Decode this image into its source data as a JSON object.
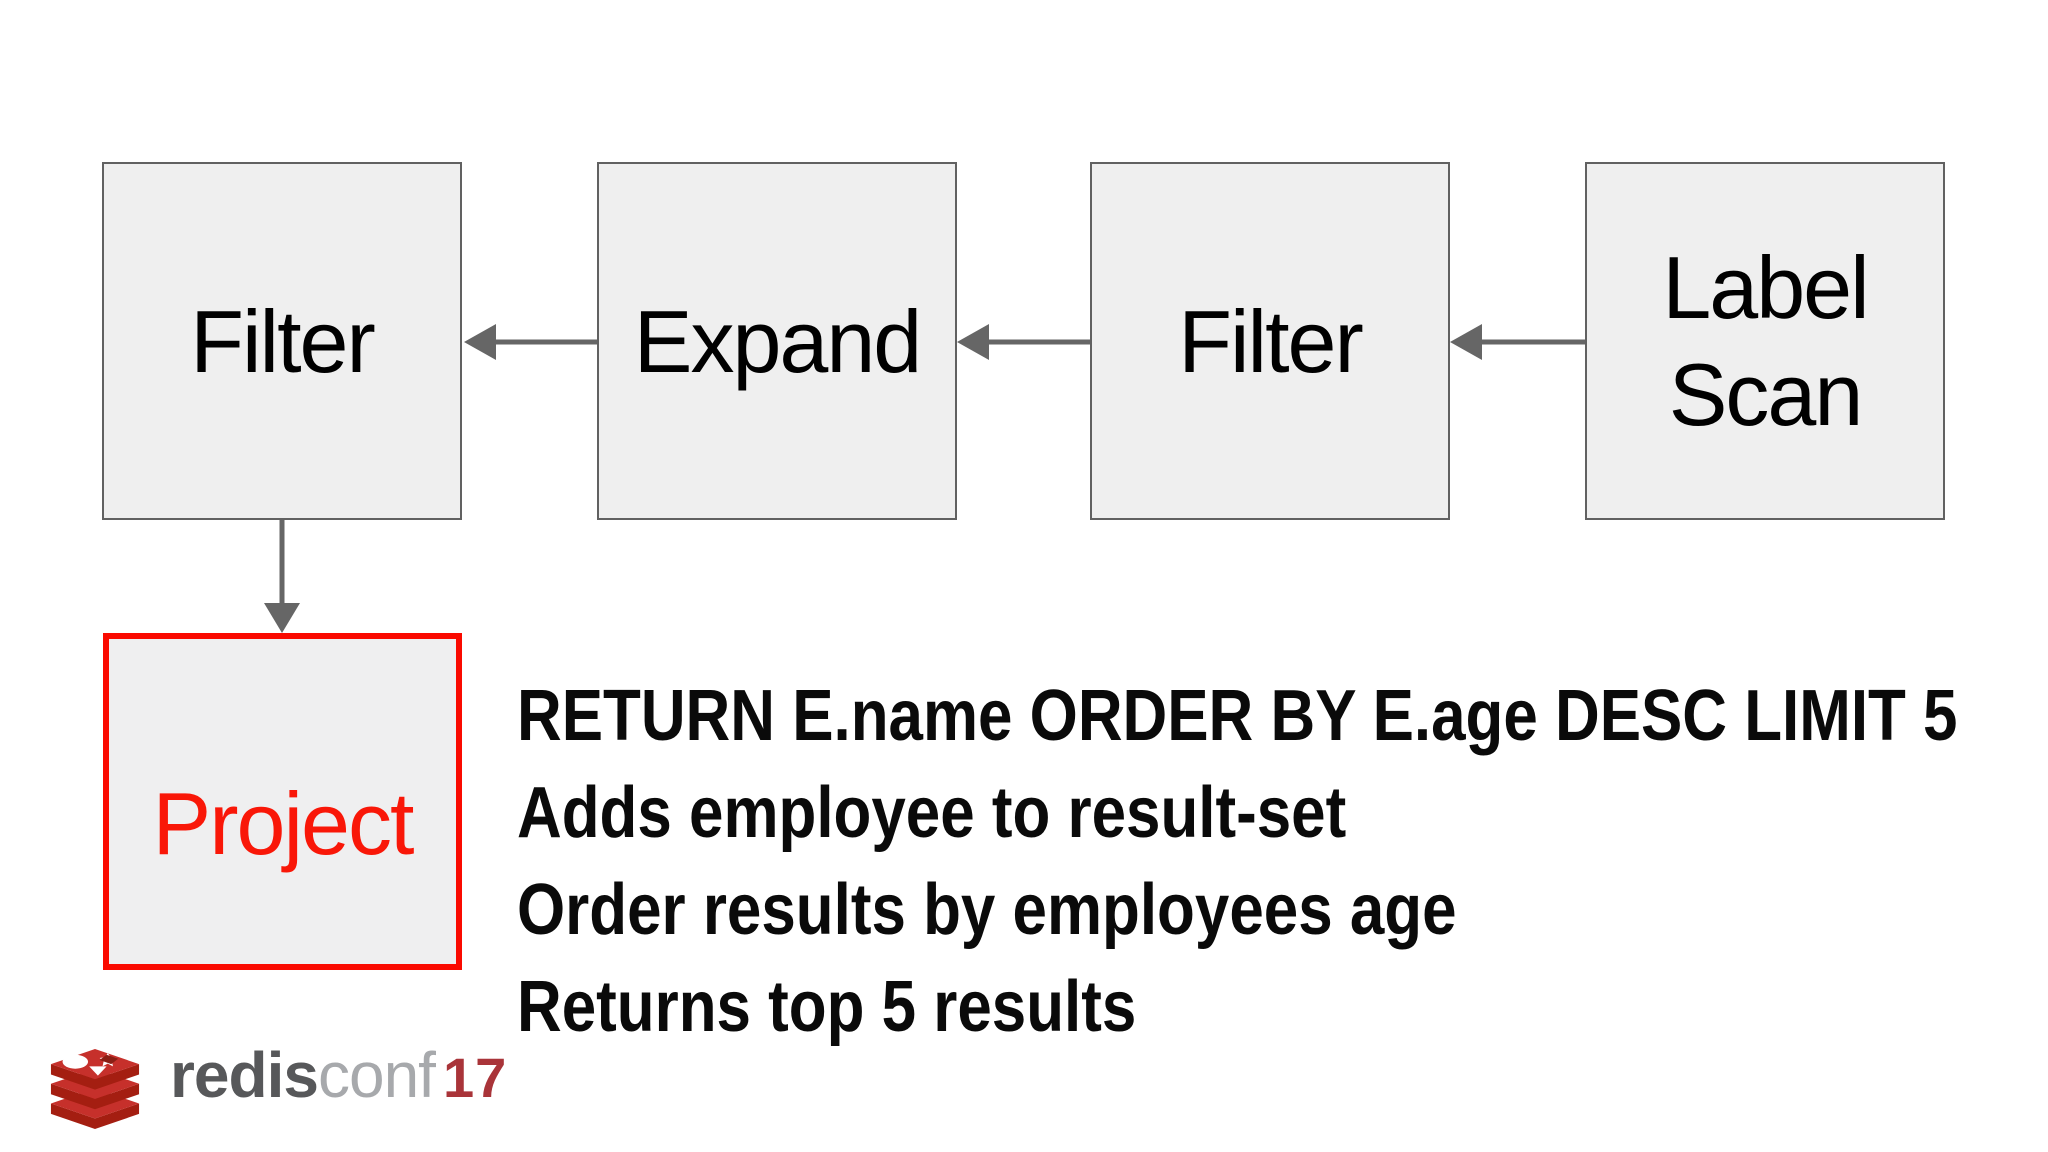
{
  "slide": {
    "pipeline": {
      "boxes": [
        {
          "id": "filter-1",
          "label": "Filter"
        },
        {
          "id": "expand",
          "label": "Expand"
        },
        {
          "id": "filter-2",
          "label": "Filter"
        },
        {
          "id": "label-scan",
          "label": "Label Scan"
        },
        {
          "id": "project",
          "label": "Project",
          "highlighted": true
        }
      ],
      "arrows": [
        {
          "from": "label-scan",
          "to": "filter-2",
          "direction": "left"
        },
        {
          "from": "filter-2",
          "to": "expand",
          "direction": "left"
        },
        {
          "from": "expand",
          "to": "filter-1",
          "direction": "left"
        },
        {
          "from": "filter-1",
          "to": "project",
          "direction": "down"
        }
      ]
    },
    "annotation": {
      "lines": [
        "RETURN E.name ORDER BY E.age DESC LIMIT 5",
        "Adds employee to result-set",
        "Order results by employees age",
        "Returns top 5 results"
      ]
    },
    "footer": {
      "brand_bold": "redis",
      "brand_light": "conf",
      "brand_year": "17"
    },
    "colors": {
      "background": "#ffffff",
      "box_fill": "#efefef",
      "box_border": "#616161",
      "arrow_gray": "#666666",
      "highlight_red_border": "#fa0a00",
      "highlight_red_text": "#f91708",
      "text_black": "#0a0a0a",
      "brand_dark_gray": "#57585a",
      "brand_light_gray": "#a7a9ac",
      "brand_red": "#a93439",
      "logo_red": "#c6302b",
      "logo_dark_red": "#a41e11"
    }
  }
}
